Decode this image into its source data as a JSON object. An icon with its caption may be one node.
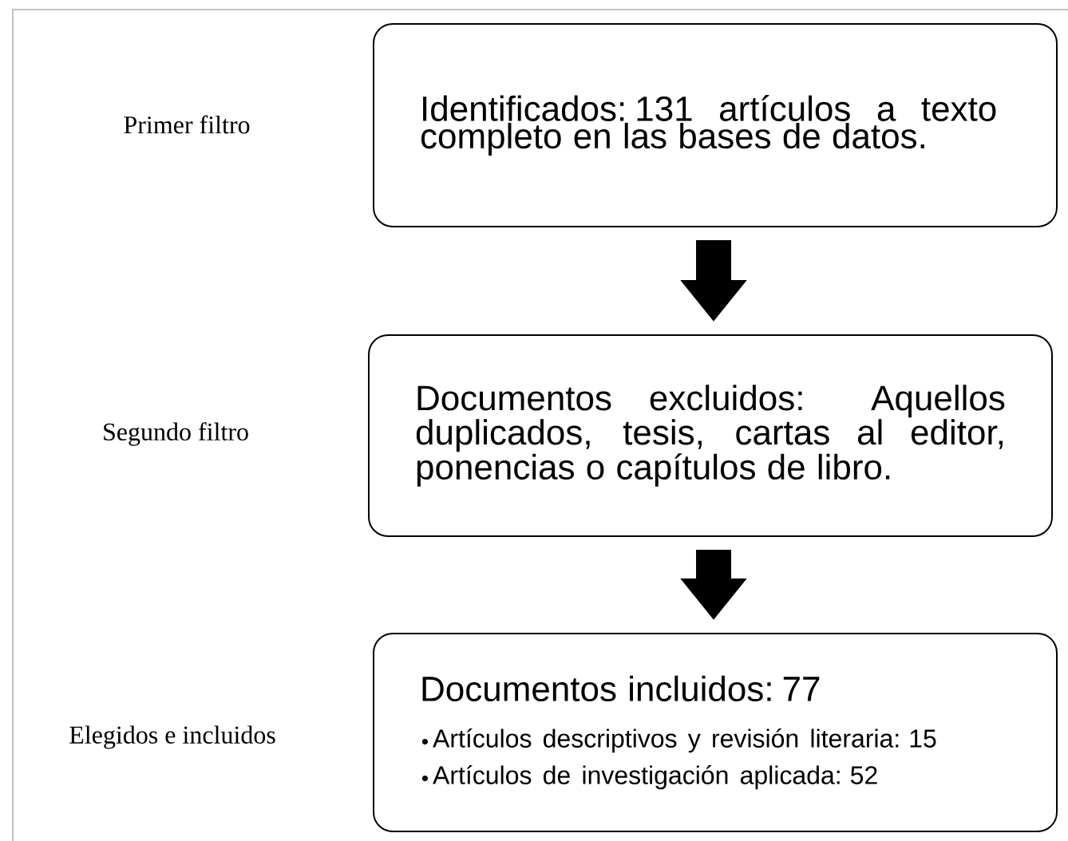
{
  "diagram": {
    "nodes": [
      {
        "text": [
          "Identificados: 131 artículos a texto completo en las bases de datos."
        ]
      },
      {
        "text": [
          "Documentos excluidos: Aquellos duplicados, tesis, cartas al editor, ponencias o capítulos de libro."
        ]
      },
      {
        "text": [
          "Documentos incluidos: 77",
          "Artículos descriptivos y revisión literaria: 15",
          "Artículos de investigación aplicada: 52"
        ]
      }
    ],
    "edges": [
      {
        "from": 0,
        "to": 1,
        "arrow": "to"
      },
      {
        "from": 1,
        "to": 2,
        "arrow": "to"
      }
    ],
    "labels": [
      "Primer filtro",
      "Segundo filtro",
      "Elegidos e incluidos"
    ]
  }
}
